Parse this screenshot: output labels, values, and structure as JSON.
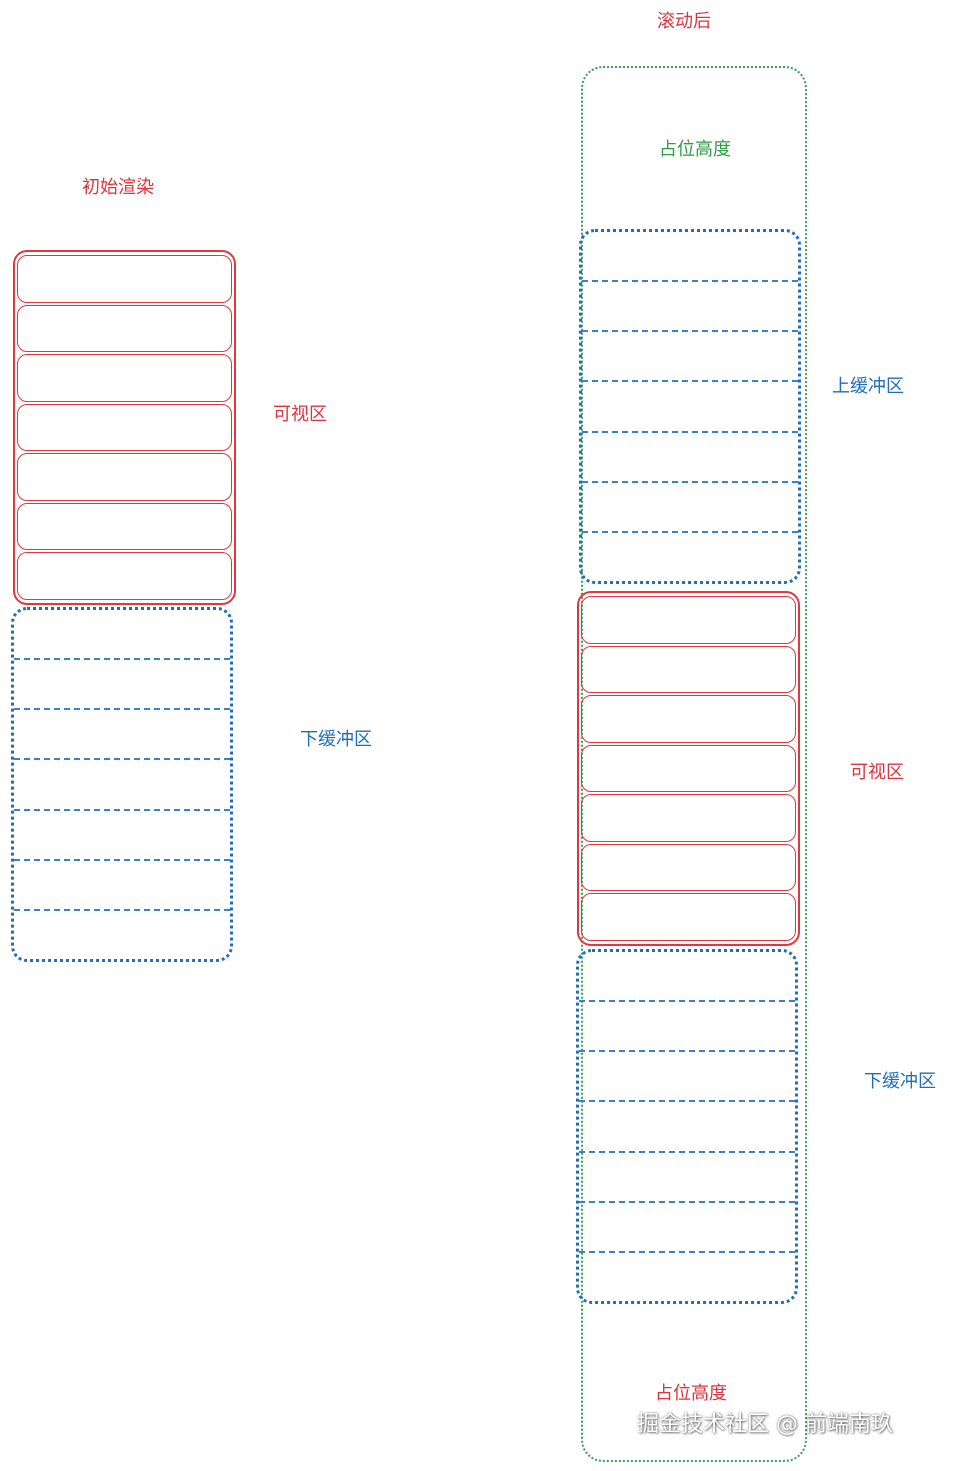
{
  "left": {
    "title": "初始渲染",
    "visible_label": "可视区",
    "lower_buffer_label": "下缓冲区",
    "visible_rows": 7,
    "buffer_rows": 7
  },
  "right": {
    "title": "滚动后",
    "top_placeholder_label": "占位高度",
    "upper_buffer_label": "上缓冲区",
    "visible_label": "可视区",
    "lower_buffer_label": "下缓冲区",
    "bottom_placeholder_label": "占位高度",
    "upper_buffer_rows": 7,
    "visible_rows": 7,
    "lower_buffer_rows": 7
  },
  "watermark": "掘金技术社区 @ 前端南玖",
  "colors": {
    "visible": "#e0383e",
    "buffer": "#1f6fb8",
    "placeholder": "#3aa05a"
  }
}
